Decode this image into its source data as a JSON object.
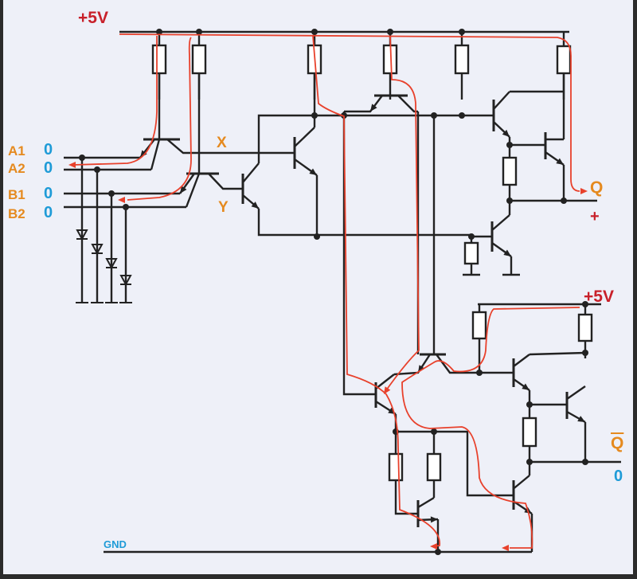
{
  "colors": {
    "background": "#eef0f8",
    "wire": "#222222",
    "current_path": "#e8412c",
    "logic_level": "#1e9bd7",
    "signal_label": "#e58a1f",
    "supply_label": "#c8202a"
  },
  "supply": {
    "top": "+5V",
    "bottom": "+5V",
    "ground": "GND"
  },
  "inputs": [
    {
      "name": "A1",
      "value": "0"
    },
    {
      "name": "A2",
      "value": "0"
    },
    {
      "name": "B1",
      "value": "0"
    },
    {
      "name": "B2",
      "value": "0"
    }
  ],
  "nodes": {
    "x": "X",
    "y": "Y"
  },
  "outputs": {
    "q": {
      "name": "Q",
      "polarity": "+"
    },
    "q_bar": {
      "name": "Q",
      "value": "0"
    }
  }
}
